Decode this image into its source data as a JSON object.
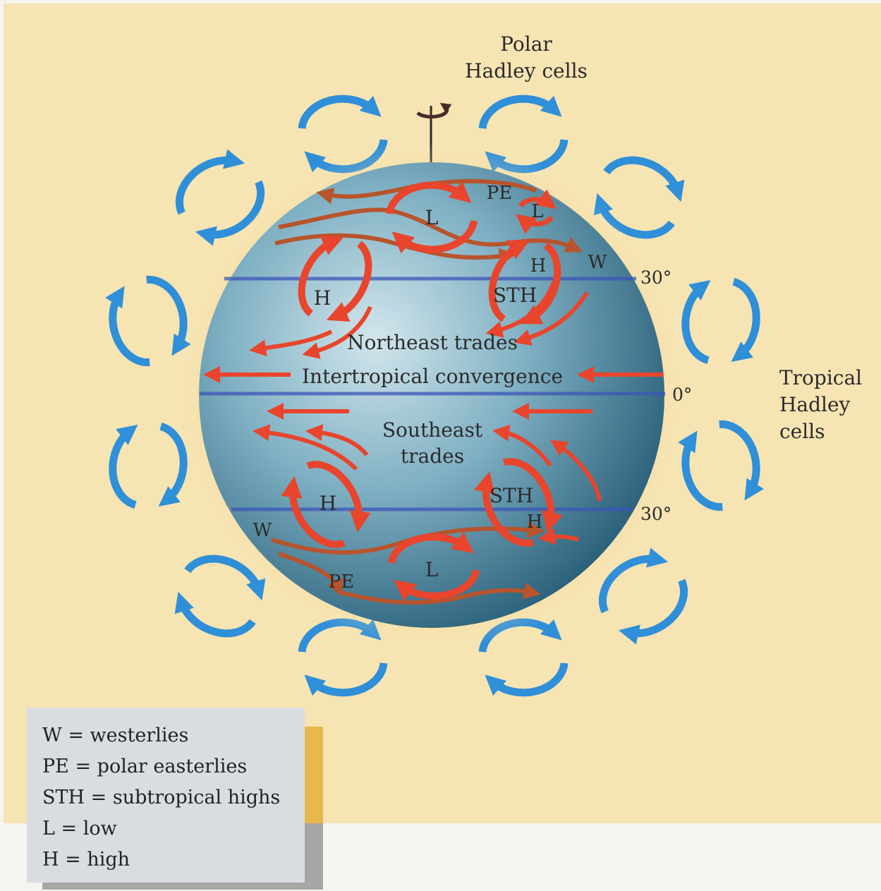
{
  "labels": {
    "polar_line1": "Polar",
    "polar_line2": "Hadley cells",
    "tropical_line1": "Tropical",
    "tropical_line2": "Hadley",
    "tropical_line3": "cells",
    "lat_30_north": "30°",
    "lat_0": "0°",
    "lat_30_south": "30°",
    "northeast_trades": "Northeast trades",
    "itcz": "Intertropical convergence",
    "southeast_trades_line1": "Southeast",
    "southeast_trades_line2": "trades",
    "pe_north": "PE",
    "l_north_small": "L",
    "l_north": "L",
    "w_north": "W",
    "h_north_right": "H",
    "sth_north": "STH",
    "h_north_left": "H",
    "h_south_left": "H",
    "sth_south": "STH",
    "h_south_right": "H",
    "w_south": "W",
    "pe_south": "PE",
    "l_south": "L"
  },
  "legend": [
    "W = westerlies",
    "PE = polar easterlies",
    "STH = subtropical highs",
    "L = low",
    "H = high"
  ],
  "colors": {
    "background": "#f6e4b3",
    "hadley_arrow": "#2f8fd8",
    "wind_arrow": "#e8452c",
    "jet_arrow": "#b8542c",
    "globe_light": "#c5dde6",
    "globe_dark": "#246079",
    "latitude_line": "#3c55b8",
    "legend_bg": "#d9dde1",
    "legend_accent": "#e8b84a"
  }
}
